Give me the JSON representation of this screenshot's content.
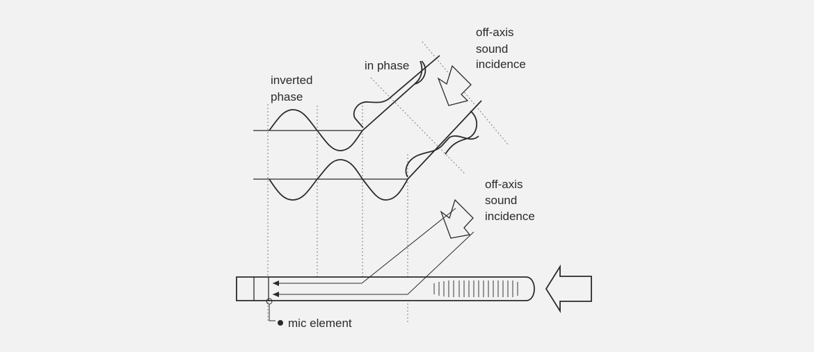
{
  "labels": {
    "inverted_phase_1": "inverted",
    "inverted_phase_2": "phase",
    "in_phase": "in phase",
    "off_axis_top_1": "off-axis",
    "off_axis_top_2": "sound",
    "off_axis_top_3": "incidence",
    "off_axis_mid_1": "off-axis",
    "off_axis_mid_2": "sound",
    "off_axis_mid_3": "incidence",
    "mic_element": "mic element"
  },
  "colors": {
    "background": "#f2f2f2",
    "ink": "#2a2a2a",
    "guide": "#7a7a7a"
  }
}
